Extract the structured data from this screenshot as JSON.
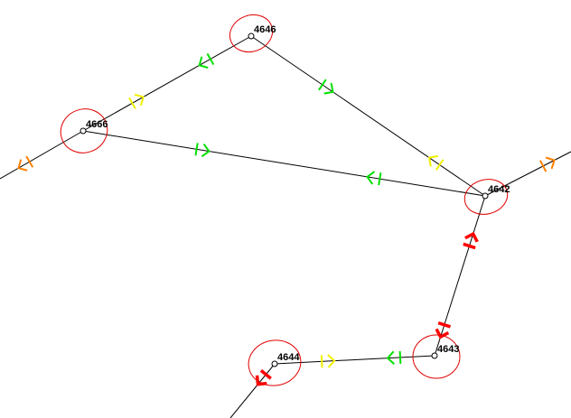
{
  "nodes": [
    {
      "id": "4646",
      "label": "4646"
    },
    {
      "id": "4666",
      "label": "4666"
    },
    {
      "id": "4642",
      "label": "4642"
    },
    {
      "id": "4643",
      "label": "4643"
    },
    {
      "id": "4644",
      "label": "4644"
    }
  ],
  "edges": [
    {
      "from": "4666",
      "to": "4646"
    },
    {
      "from": "4666",
      "to": "4642"
    },
    {
      "from": "4646",
      "to": "4642"
    },
    {
      "from": "4642",
      "to": "4643"
    },
    {
      "from": "4643",
      "to": "4644"
    },
    {
      "from": "4666",
      "to": "exit-west"
    },
    {
      "from": "4642",
      "to": "exit-east"
    },
    {
      "from": "4644",
      "to": "exit-south"
    }
  ],
  "marker_colors": {
    "green": "#00e000",
    "yellow": "#f0f000",
    "orange": "#ff8000",
    "red": "#ff0000"
  },
  "markers": [
    {
      "edge": "4666-4646",
      "toward": "4646",
      "color": "yellow"
    },
    {
      "edge": "4666-4646",
      "toward": "4666",
      "color": "green"
    },
    {
      "edge": "4666-4642",
      "toward": "4642",
      "color": "green"
    },
    {
      "edge": "4666-4642",
      "toward": "4666",
      "color": "green"
    },
    {
      "edge": "4646-4642",
      "toward": "4642",
      "color": "green"
    },
    {
      "edge": "4646-4642",
      "toward": "4646",
      "color": "yellow"
    },
    {
      "edge": "4642-exit-east",
      "toward": "exit-east",
      "color": "orange"
    },
    {
      "edge": "4666-exit-west",
      "toward": "exit-west",
      "color": "orange"
    },
    {
      "edge": "4642-4643",
      "toward": "4642",
      "color": "red"
    },
    {
      "edge": "4642-4643",
      "toward": "4643",
      "color": "red"
    },
    {
      "edge": "4643-4644",
      "toward": "4644",
      "color": "green"
    },
    {
      "edge": "4643-4644",
      "toward": "4643",
      "color": "yellow"
    },
    {
      "edge": "4644-exit-south",
      "toward": "exit-south",
      "color": "red"
    }
  ],
  "node_ring_color": "#e00000"
}
